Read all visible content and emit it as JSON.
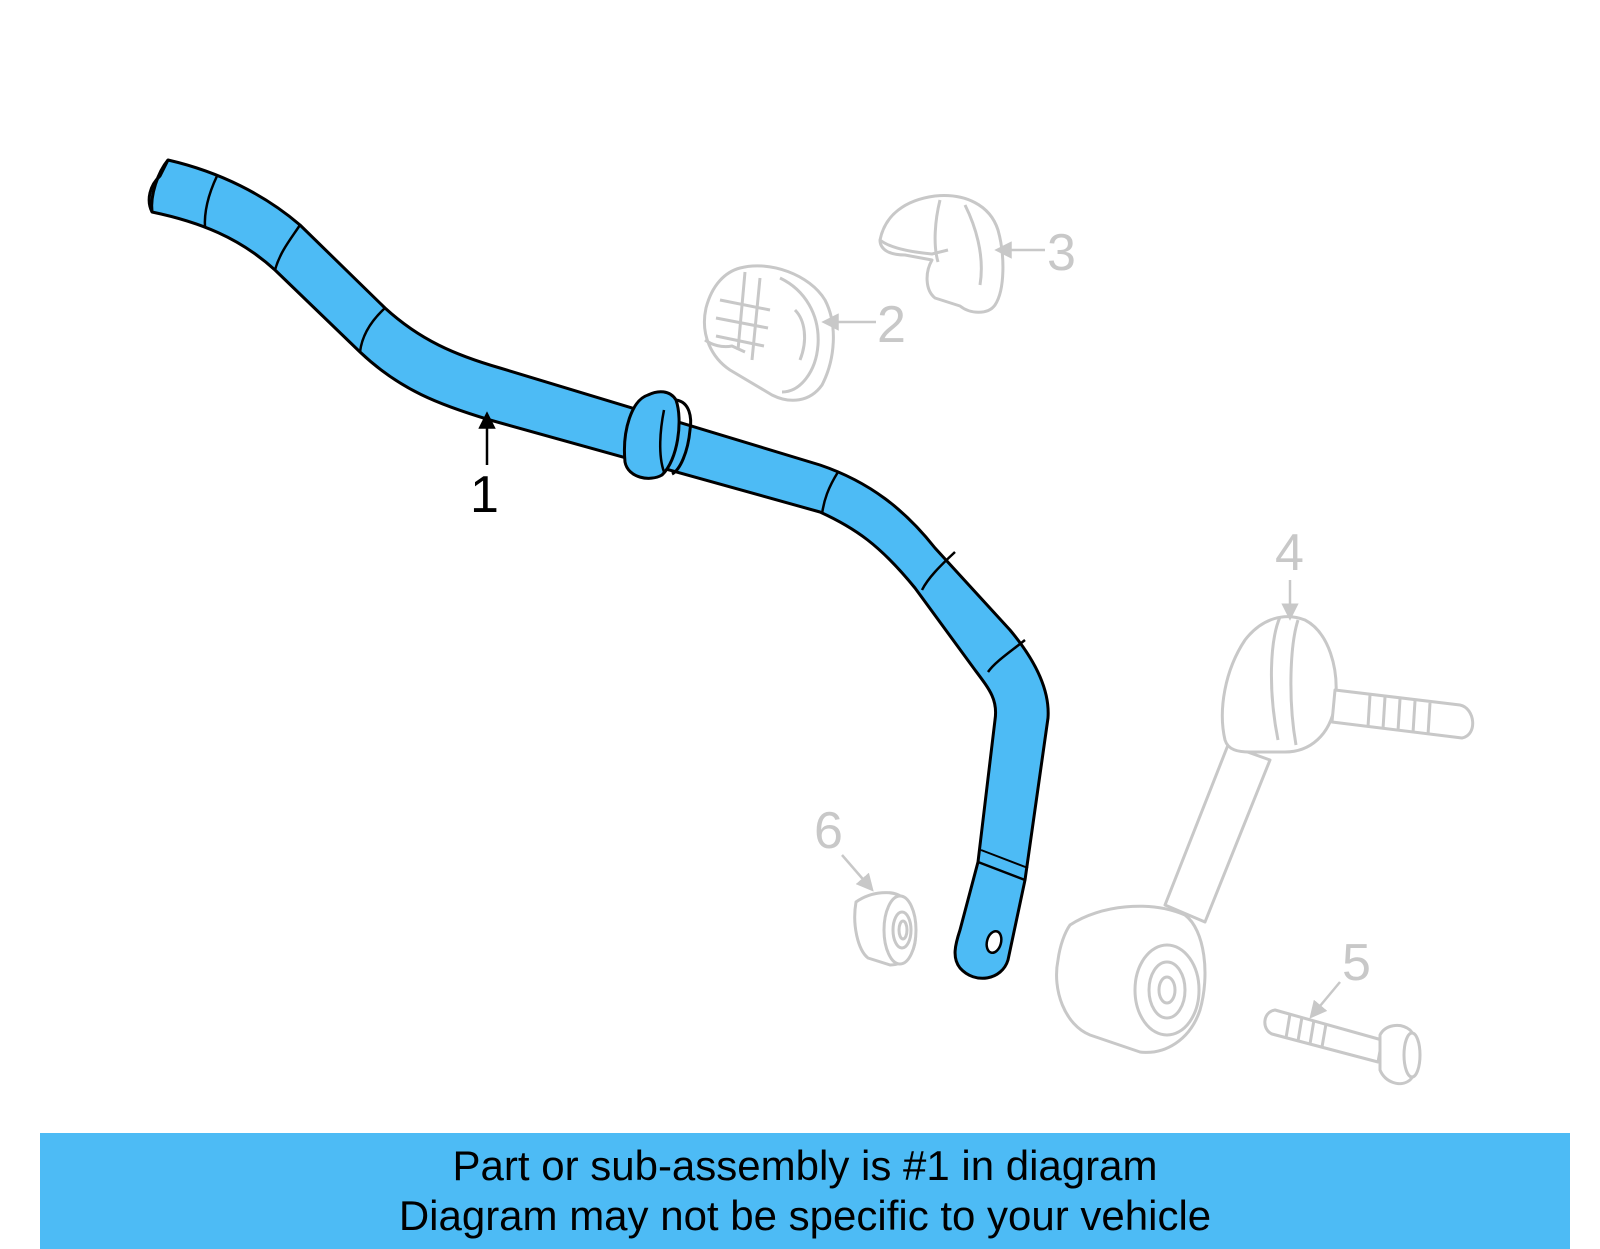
{
  "diagram": {
    "callouts": {
      "part1": "1",
      "part2": "2",
      "part3": "3",
      "part4": "4",
      "part5": "5",
      "part6": "6"
    },
    "colors": {
      "highlight": "#4dbbf5",
      "outline": "#000000",
      "ghost_parts": "#c8c8c8"
    }
  },
  "banner": {
    "line1": "Part or sub-assembly is #1 in diagram",
    "line2": "Diagram may not be specific to your vehicle"
  }
}
